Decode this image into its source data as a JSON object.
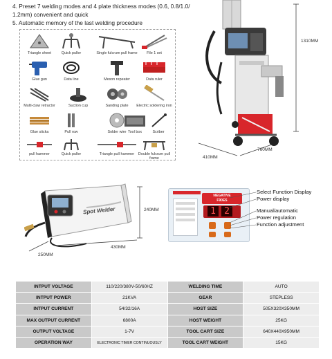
{
  "intro": {
    "line1": "4. Preset 7 welding modes and 4 plate thickness modes (0.6, 0.8/1.0/",
    "line2": "1.2mm) convenient and quick",
    "line3": "5. Automatic memory of the last welding procedure"
  },
  "accessories": [
    {
      "label": "Triangle sheet",
      "icon": "triangle-sheet-icon"
    },
    {
      "label": "Quick puller",
      "icon": "quick-puller-icon"
    },
    {
      "label": "Single fulcrum pull frame",
      "icon": "pull-frame-icon"
    },
    {
      "label": "File 1 set",
      "icon": "file-icon"
    },
    {
      "label": "Glue gun",
      "icon": "glue-gun-icon"
    },
    {
      "label": "Data line",
      "icon": "data-line-icon"
    },
    {
      "label": "Meson repeater",
      "icon": "meson-repeater-icon"
    },
    {
      "label": "Data ruler",
      "icon": "data-ruler-icon"
    },
    {
      "label": "Multi-claw retractor",
      "icon": "multi-claw-retractor-icon"
    },
    {
      "label": "Suction cup",
      "icon": "suction-cup-icon"
    },
    {
      "label": "Sanding plate",
      "icon": "sanding-plate-icon"
    },
    {
      "label": "Electric soldering iron",
      "icon": "soldering-iron-icon"
    },
    {
      "label": "Glue sticka",
      "icon": "glue-stick-icon"
    },
    {
      "label": "Pull row",
      "icon": "pull-row-icon"
    },
    {
      "label": "Solder wire",
      "icon": "solder-wire-icon"
    },
    {
      "label": "Tool box",
      "icon": "tool-box-icon"
    },
    {
      "label": "Scriber",
      "icon": "scriber-icon"
    },
    {
      "label": "pull hammer",
      "icon": "pull-hammer-icon"
    },
    {
      "label": "Quick puller",
      "icon": "quick-puller-icon"
    },
    {
      "label": "Triangle pull hammer",
      "icon": "triangle-pull-hammer-icon"
    },
    {
      "label": "Double fulcrum pull frame",
      "icon": "double-pull-frame-icon"
    }
  ],
  "cart": {
    "height": "1310MM",
    "depth": "760MM",
    "width": "410MM"
  },
  "welder": {
    "brand": "Spot Welder",
    "height": "240MM",
    "length": "430MM",
    "depth": "250MM"
  },
  "panel": {
    "display_left": "1",
    "display_right": "2",
    "label_left": "NEGATIVE",
    "label_right": "F90ES"
  },
  "panel_labels": {
    "l1": "Select Function Display",
    "l2": "Power display",
    "l3": "Manual/automatic",
    "l4": "Power regulation",
    "l5": "Function adjustment"
  },
  "specs": [
    {
      "k1": "INTPUT VOLTAGE",
      "v1": "110/220/380V-50/60HZ",
      "k2": "WELDING TIME",
      "v2": "AUTO"
    },
    {
      "k1": "INTPUT POWER",
      "v1": "21KVA",
      "k2": "GEAR",
      "v2": "STEPLESS"
    },
    {
      "k1": "INTPUT CURRENT",
      "v1": "54/32/16A",
      "k2": "HOST SIZE",
      "v2": "505X320X350MM"
    },
    {
      "k1": "MAX OUTPUT CURRENT",
      "v1": "6800A",
      "k2": "HOST WEIGHT",
      "v2": "25KG"
    },
    {
      "k1": "OUTPUT VOLTAGE",
      "v1": "1-7V",
      "k2": "TOOL CART SIZE",
      "v2": "640X440X950MM"
    },
    {
      "k1": "OPERATION WAY",
      "v1": "ELECTRONIC TIMER CONTINUOUSLY",
      "k2": "TOOL CART WEIGHT",
      "v2": "15KG"
    }
  ],
  "colors": {
    "accent_red": "#d8262b",
    "table_key": "#c9c9c9",
    "table_val": "#ededed"
  }
}
